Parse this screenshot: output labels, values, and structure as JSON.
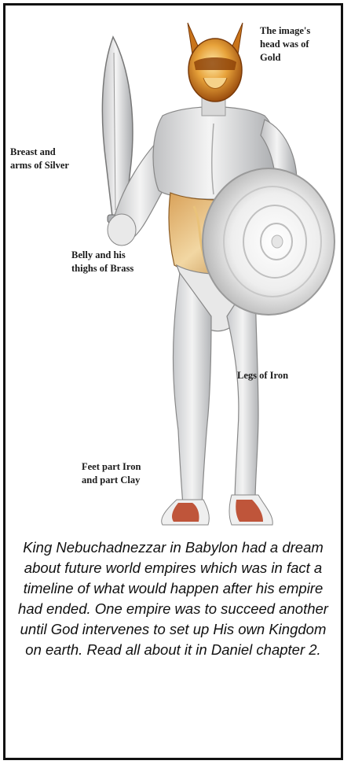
{
  "labels": {
    "head": "The image's\nhead was of\nGold",
    "breast": "Breast and\narms of Silver",
    "belly": "Belly and his\nthighs of Brass",
    "legs": "Legs of Iron",
    "feet": "Feet part Iron\nand part Clay"
  },
  "caption": "King Nebuchadnezzar in Babylon had a dream about future world empires which was in fact a timeline of what would happen after his empire had ended. One empire was to succeed another until God intervenes to set up His own Kingdom on earth. Read all about it in Daniel chapter 2.",
  "colors": {
    "gold": "#d98a1c",
    "silver": "#c9c9c9",
    "brass": "#c8903c",
    "iron": "#b9bcc0",
    "clay": "#b63a1a"
  }
}
